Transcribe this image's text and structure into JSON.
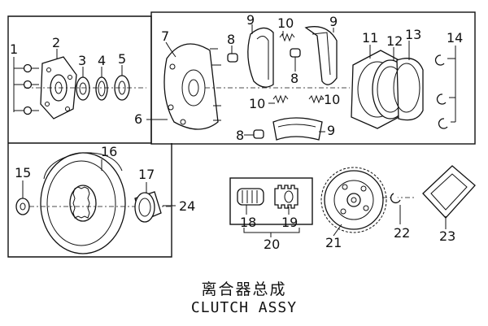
{
  "title_cn": "离合器总成",
  "title_en": "CLUTCH ASSY",
  "callouts": {
    "c1": "1",
    "c2": "2",
    "c3": "3",
    "c4": "4",
    "c5": "5",
    "c6": "6",
    "c7": "7",
    "c8a": "8",
    "c8b": "8",
    "c8c": "8",
    "c9a": "9",
    "c9b": "9",
    "c9c": "9",
    "c10a": "10",
    "c10b": "10",
    "c10c": "10",
    "c11": "11",
    "c12": "12",
    "c13": "13",
    "c14": "14",
    "c15": "15",
    "c16": "16",
    "c17": "17",
    "c18": "18",
    "c19": "19",
    "c20": "20",
    "c21": "21",
    "c22": "22",
    "c23": "23",
    "c24": "24"
  }
}
